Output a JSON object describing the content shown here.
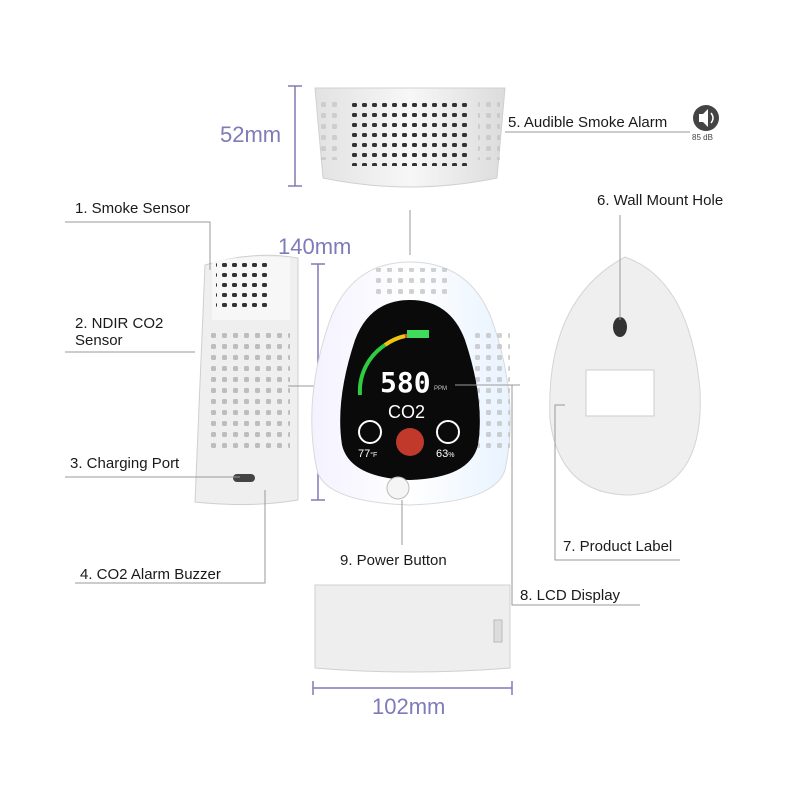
{
  "dimensions": {
    "height_top": "52mm",
    "height_side": "140mm",
    "width_bottom": "102mm"
  },
  "labels": {
    "smoke_sensor": "1. Smoke Sensor",
    "ndir_line1": "2. NDIR CO2",
    "ndir_line2": "Sensor",
    "charging_port": "3. Charging Port",
    "alarm_buzzer": "4. CO2 Alarm Buzzer",
    "smoke_alarm": "5. Audible Smoke Alarm",
    "wall_mount": "6. Wall Mount Hole",
    "product_label": "7. Product Label",
    "lcd_display": "8. LCD Display",
    "power_button": "9. Power Button"
  },
  "sound_badge": {
    "icon": "speaker-icon",
    "text": "85 dB"
  },
  "lcd": {
    "co2_value": "580",
    "unit": "PPM",
    "gas": "CO2",
    "temperature": "77",
    "temp_unit": "°F",
    "humidity": "63",
    "humidity_unit": "%",
    "battery_color": "#3ddc5a",
    "gauge_colors": [
      "#2ecc40",
      "#f1c40f",
      "#e74c3c"
    ]
  },
  "colors": {
    "accent_dimension": "#7f7ab8",
    "leader_line": "#9a9a9a",
    "device_shell": "#f2f2f2"
  }
}
